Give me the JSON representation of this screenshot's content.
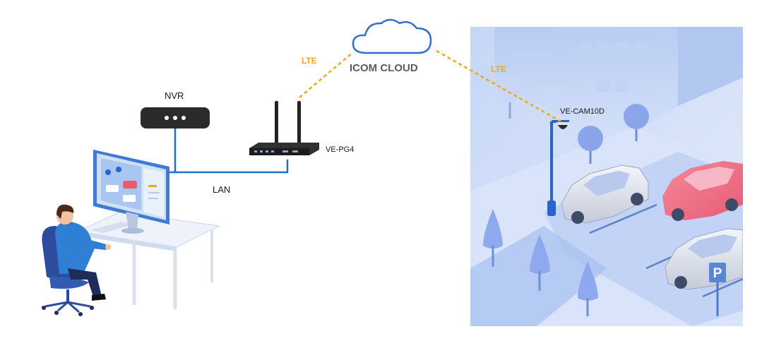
{
  "labels": {
    "cloud": "ICOM CLOUD",
    "lte_left": "LTE",
    "lte_right": "LTE",
    "nvr": "NVR",
    "router": "VE-PG4",
    "lan": "LAN",
    "camera": "VE-CAM10D",
    "parking_sign": "P"
  },
  "colors": {
    "lte_link": "#f0a81c",
    "lan_link": "#1e6fd0",
    "cloud_stroke": "#2f6fcf",
    "device_body": "#2b2b2b",
    "parking_scene": "#cfdcf8"
  }
}
